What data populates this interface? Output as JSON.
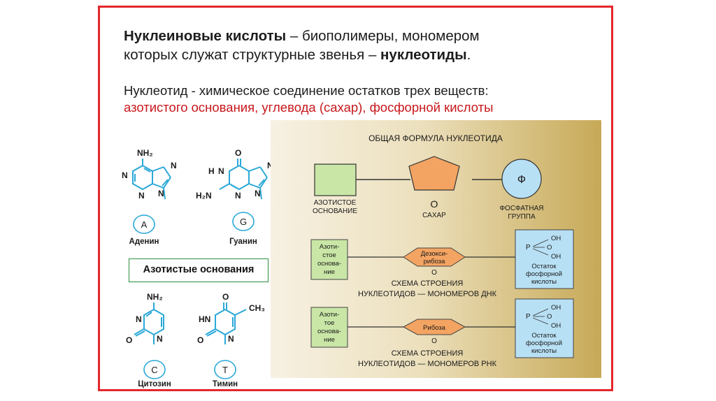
{
  "heading": {
    "line1_bold": "Нуклеиновые кислоты",
    "line1_rest": " – биополимеры, мономером",
    "line2_rest": "которых служат структурные звенья – ",
    "line2_bold": "нуклеотиды",
    "line2_end": "."
  },
  "definition": {
    "line1": "Нуклеотид - химическое соединение остатков трех веществ:",
    "line2_red": "азотистого основания, углевода (сахар), фосфорной кислоты"
  },
  "bases": {
    "label": "Азотистые основания",
    "adenine": {
      "letter": "A",
      "name": "Аденин",
      "nh2": "NH₂"
    },
    "guanine": {
      "letter": "G",
      "name": "Гуанин",
      "o": "O",
      "hn": "H",
      "h2n": "H₂N"
    },
    "cytosine": {
      "letter": "C",
      "name": "Цитозин",
      "nh2": "NH₂",
      "o": "O"
    },
    "thymine": {
      "letter": "T",
      "name": "Тимин",
      "o": "O",
      "hn": "HN",
      "ch3": "CH₃"
    },
    "n": "N"
  },
  "general_formula": {
    "title": "ОБЩАЯ ФОРМУЛА НУКЛЕОТИДА",
    "base_label_1": "АЗОТИСТОЕ",
    "base_label_2": "ОСНОВАНИЕ",
    "sugar_o": "O",
    "sugar_label": "САХАР",
    "phosphate_symbol": "Ф",
    "phosphate_label_1": "ФОСФАТНАЯ",
    "phosphate_label_2": "ГРУППА"
  },
  "dna_scheme": {
    "base_lines": [
      "Азоти-",
      "стое",
      "основа-",
      "ние"
    ],
    "sugar_lines": [
      "Дезокси-",
      "рибоза"
    ],
    "o": "O",
    "phosphate_p": "P",
    "oh": "OH",
    "o2": "O",
    "residue_lines": [
      "Остаток",
      "фосфорной",
      "кислоты"
    ],
    "caption_1": "СХЕМА СТРОЕНИЯ",
    "caption_2": "НУКЛЕОТИДОВ — МОНОМЕРОВ ДНК"
  },
  "rna_scheme": {
    "base_lines": [
      "Азоти-",
      "тое",
      "основа-",
      "ние"
    ],
    "sugar": "Рибоза",
    "o": "O",
    "phosphate_p": "P",
    "oh": "OH",
    "o2": "O",
    "residue_lines": [
      "Остаток",
      "фосфорной",
      "кислоты"
    ],
    "caption_1": "СХЕМА СТРОЕНИЯ",
    "caption_2": "НУКЛЕОТИДОВ — МОНОМЕРОВ РНК"
  },
  "colors": {
    "frame": "#e4262b",
    "red_text": "#c8171c",
    "molecule": "#2aa8d8",
    "base_box": "#c9e6a6",
    "sugar": "#f4a462",
    "phosphate": "#b8e0f5"
  }
}
